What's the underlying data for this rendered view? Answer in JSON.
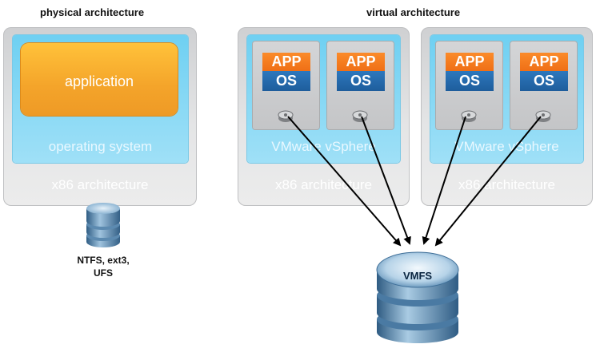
{
  "headings": {
    "physical": "physical architecture",
    "virtual": "virtual architecture"
  },
  "physical_server": {
    "app_label": "application",
    "os_label": "operating system",
    "hw_label": "x86 architecture",
    "storage_label_line1": "NTFS, ext3,",
    "storage_label_line2": "UFS"
  },
  "virtual_servers": [
    {
      "hypervisor_label": "VMware vSphere",
      "hw_label": "x86 architecture",
      "vms": [
        {
          "app": "APP",
          "os": "OS"
        },
        {
          "app": "APP",
          "os": "OS"
        }
      ]
    },
    {
      "hypervisor_label": "VMware vSphere",
      "hw_label": "x86 architecture",
      "vms": [
        {
          "app": "APP",
          "os": "OS"
        },
        {
          "app": "APP",
          "os": "OS"
        }
      ]
    }
  ],
  "shared_storage": {
    "label": "VMFS"
  },
  "colors": {
    "app_orange": "#f4a42a",
    "vm_app_orange": "#ef6f16",
    "vm_os_blue": "#1e5d9c",
    "os_cyan": "#6fd0f2",
    "server_gray": "#d9dadb",
    "disk_blue": "#4d7fa6"
  }
}
